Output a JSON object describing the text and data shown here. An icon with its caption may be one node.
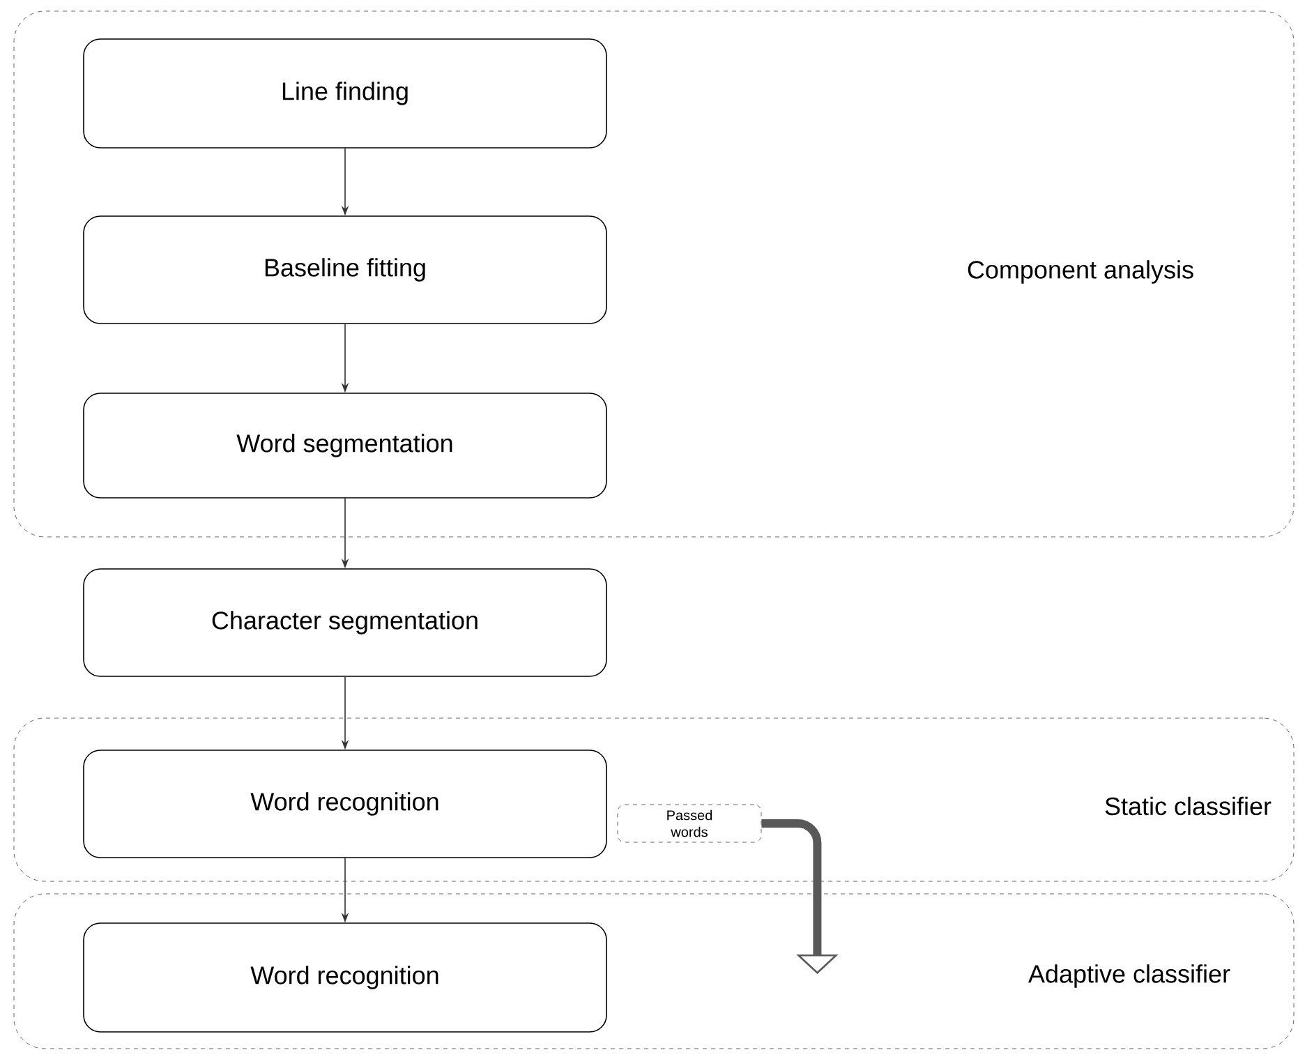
{
  "diagram": {
    "nodes": [
      {
        "text": [
          "Component analysis"
        ]
      },
      {
        "text": [
          "Line finding"
        ],
        "in": 0
      },
      {
        "text": [
          "Baseline fitting"
        ],
        "in": 0
      },
      {
        "text": [
          "Word segmentation"
        ],
        "in": 0
      },
      {
        "text": [
          "Character segmentation"
        ]
      },
      {
        "text": [
          "Static classifier"
        ]
      },
      {
        "text": [
          "Word recognition"
        ],
        "in": 5
      },
      {
        "text": [
          "Passed words"
        ],
        "in": 5
      },
      {
        "text": [
          "Adaptive classifier"
        ]
      },
      {
        "text": [
          "Word recognition"
        ],
        "in": 8
      }
    ],
    "edges": [
      {
        "from": 1,
        "to": 2,
        "arrow": "to"
      },
      {
        "from": 2,
        "to": 3,
        "arrow": "to"
      },
      {
        "from": 3,
        "to": 4,
        "arrow": "to"
      },
      {
        "from": 4,
        "to": 6,
        "arrow": "to"
      },
      {
        "from": 6,
        "to": 9,
        "arrow": "to"
      },
      {
        "from": 7,
        "to": null,
        "arrow": "to",
        "style": "thick"
      }
    ]
  }
}
